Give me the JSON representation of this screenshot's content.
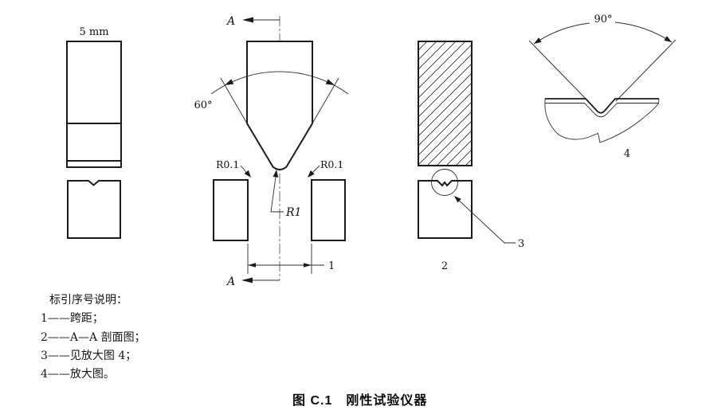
{
  "figure": {
    "caption": "图 C.1　刚性试验仪器",
    "legend": {
      "title": "标引序号说明：",
      "items": [
        "1——跨距；",
        "2——A—A 剖面图；",
        "3——见放大图 4；",
        "4——放大图。"
      ]
    },
    "front_view": {
      "width_label": "5 mm"
    },
    "side_view": {
      "section_letter": "A",
      "angle_label": "60°",
      "edge_radius_label": "R0.1",
      "tip_radius_label": "R1",
      "span_ref": "1"
    },
    "section_view": {
      "view_ref": "2",
      "detail_callout_ref": "3"
    },
    "detail_view": {
      "angle_label": "90°",
      "view_ref": "4"
    },
    "colors": {
      "line": "#1b1b1b",
      "background": "#ffffff"
    }
  }
}
